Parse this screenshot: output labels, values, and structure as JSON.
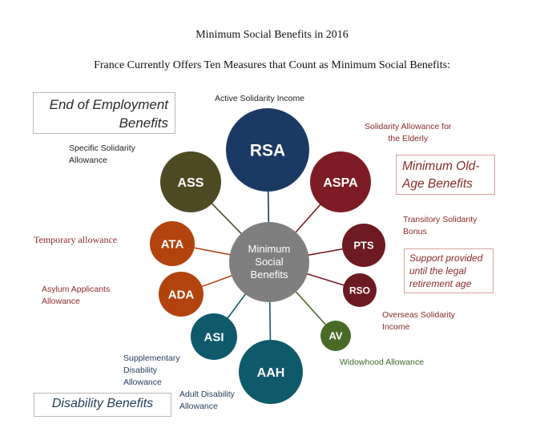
{
  "title": "Minimum Social Benefits in 2016",
  "subtitle": "France Currently Offers Ten Measures that Count as Minimum Social Benefits:",
  "center": {
    "text": "Minimum\nSocial\nBenefits",
    "color": "#7f7f7f"
  },
  "nodes": [
    {
      "id": "rsa",
      "abbr": "RSA",
      "label": "Active Solidarity Income",
      "color": "#1b3a63"
    },
    {
      "id": "aspa",
      "abbr": "ASPA",
      "label": "Solidarity Allowance for\nthe Elderly",
      "color": "#7d1c24"
    },
    {
      "id": "pts",
      "abbr": "PTS",
      "label": "Transitory Solidarity\nBonus",
      "color": "#6e1a23"
    },
    {
      "id": "rso",
      "abbr": "RSO",
      "label": "Overseas Solidarity\nIncome",
      "color": "#6e1a23"
    },
    {
      "id": "av",
      "abbr": "AV",
      "label": "Widowhood Allowance",
      "color": "#4a6b27"
    },
    {
      "id": "aah",
      "abbr": "AAH",
      "label": "Adult Disability\nAllowance",
      "color": "#0e5a6b"
    },
    {
      "id": "asi",
      "abbr": "ASI",
      "label": "Supplementary\nDisability\nAllowance",
      "color": "#0e5a6b"
    },
    {
      "id": "ada",
      "abbr": "ADA",
      "label": "Asylum Applicants\nAllowance",
      "color": "#b2430e"
    },
    {
      "id": "ata",
      "abbr": "ATA",
      "label": "Temporary allowance",
      "color": "#b2430e"
    },
    {
      "id": "ass",
      "abbr": "ASS",
      "label": "Specific Solidarity\nAllowance",
      "color": "#4e4a24"
    }
  ],
  "categories": {
    "employment": "End of Employment\nBenefits",
    "old_age": "Minimum Old-\nAge Benefits",
    "support": "Support provided\nuntil the legal\nretirement age",
    "disability": "Disability Benefits"
  }
}
